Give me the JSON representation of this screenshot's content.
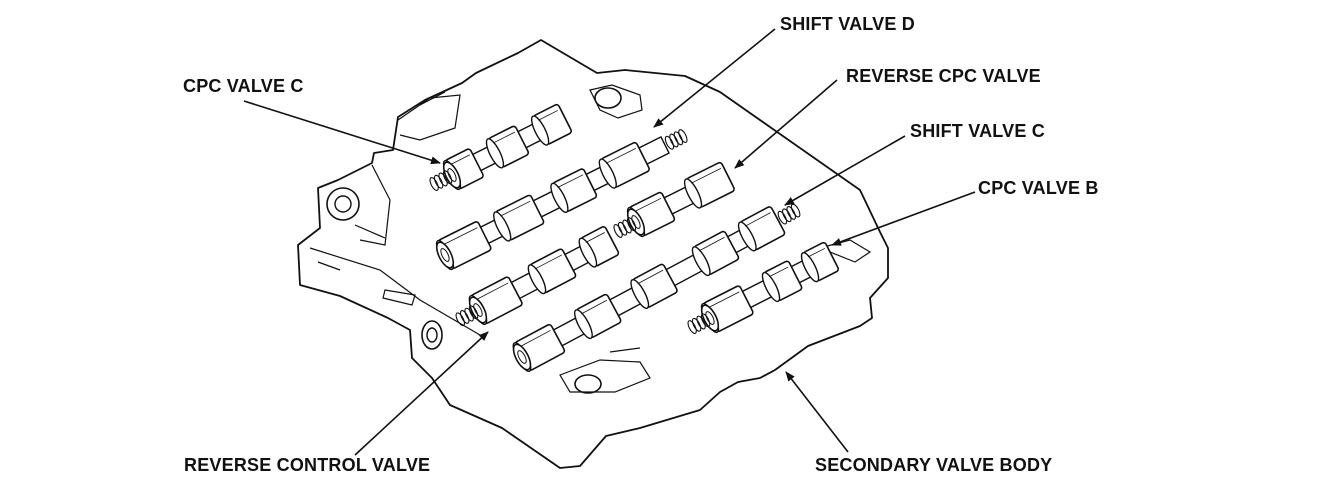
{
  "labels": {
    "cpc_valve_c": "CPC VALVE C",
    "shift_valve_d": "SHIFT VALVE D",
    "reverse_cpc_valve": "REVERSE CPC VALVE",
    "shift_valve_c": "SHIFT VALVE C",
    "cpc_valve_b": "CPC VALVE B",
    "reverse_control_valve": "REVERSE CONTROL VALVE",
    "secondary_valve_body": "SECONDARY VALVE BODY"
  },
  "colors": {
    "line": "#111111",
    "background": "#ffffff"
  }
}
